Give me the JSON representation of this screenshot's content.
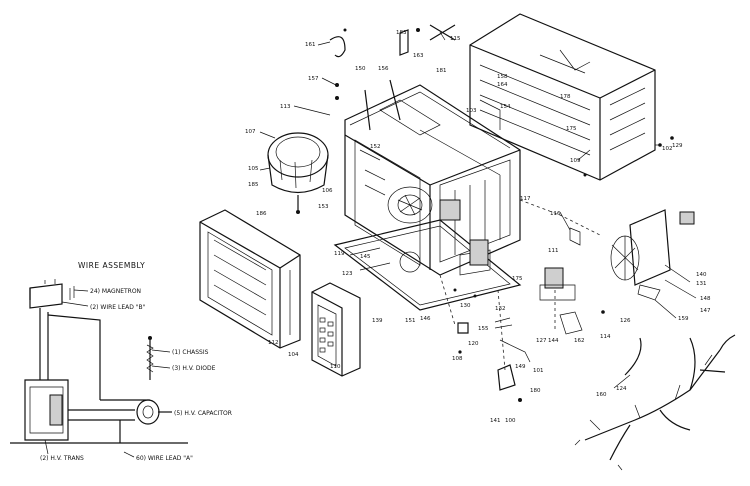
{
  "wire_assembly": {
    "title": "WIRE ASSEMBLY",
    "labels": [
      {
        "text": "24) MAGNETRON"
      },
      {
        "text": "(2) WIRE LEAD \"B\""
      },
      {
        "text": "(1) CHASSIS"
      },
      {
        "text": "(3) H.V. DIODE"
      },
      {
        "text": "(5) H.V. CAPACITOR"
      },
      {
        "text": "60) WIRE LEAD \"A\""
      },
      {
        "text": "(2) H.V. TRANS"
      }
    ]
  },
  "callouts": [
    "161",
    "157",
    "150",
    "183",
    "156",
    "163",
    "181",
    "158",
    "164",
    "115",
    "129",
    "102",
    "107",
    "105",
    "185",
    "106",
    "153",
    "186",
    "113",
    "103",
    "152",
    "154",
    "178",
    "175",
    "109",
    "116",
    "127",
    "144",
    "162",
    "114",
    "126",
    "159",
    "131",
    "148",
    "147",
    "140",
    "124",
    "160",
    "155",
    "132",
    "130",
    "141",
    "100",
    "101",
    "151",
    "146",
    "139",
    "145",
    "119",
    "123",
    "112",
    "104",
    "110",
    "117",
    "111",
    "120",
    "108",
    "149",
    "180",
    "175"
  ]
}
